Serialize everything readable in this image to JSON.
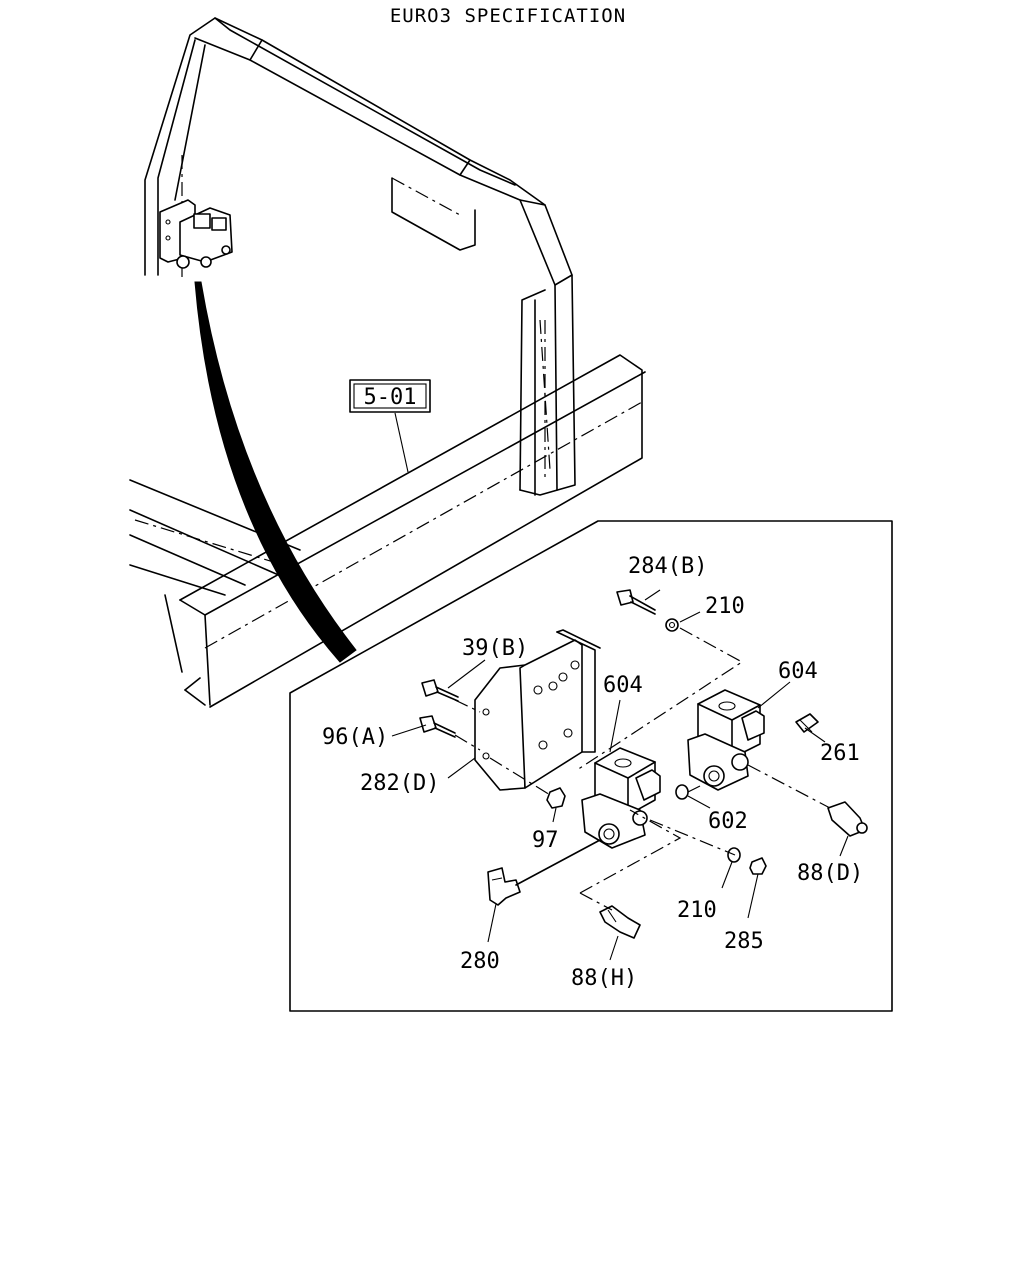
{
  "title": "EURO3 SPECIFICATION",
  "ref_label": "5-01",
  "parts": [
    {
      "id": "p284b",
      "text": "284(B)"
    },
    {
      "id": "p210a",
      "text": "210"
    },
    {
      "id": "p39b",
      "text": "39(B)"
    },
    {
      "id": "p604a",
      "text": "604"
    },
    {
      "id": "p604b",
      "text": "604"
    },
    {
      "id": "p261",
      "text": "261"
    },
    {
      "id": "p96a",
      "text": "96(A)"
    },
    {
      "id": "p282d",
      "text": "282(D)"
    },
    {
      "id": "p602",
      "text": "602"
    },
    {
      "id": "p97",
      "text": "97"
    },
    {
      "id": "p88d",
      "text": "88(D)"
    },
    {
      "id": "p210b",
      "text": "210"
    },
    {
      "id": "p285",
      "text": "285"
    },
    {
      "id": "p280",
      "text": "280"
    },
    {
      "id": "p88h",
      "text": "88(H)"
    }
  ]
}
